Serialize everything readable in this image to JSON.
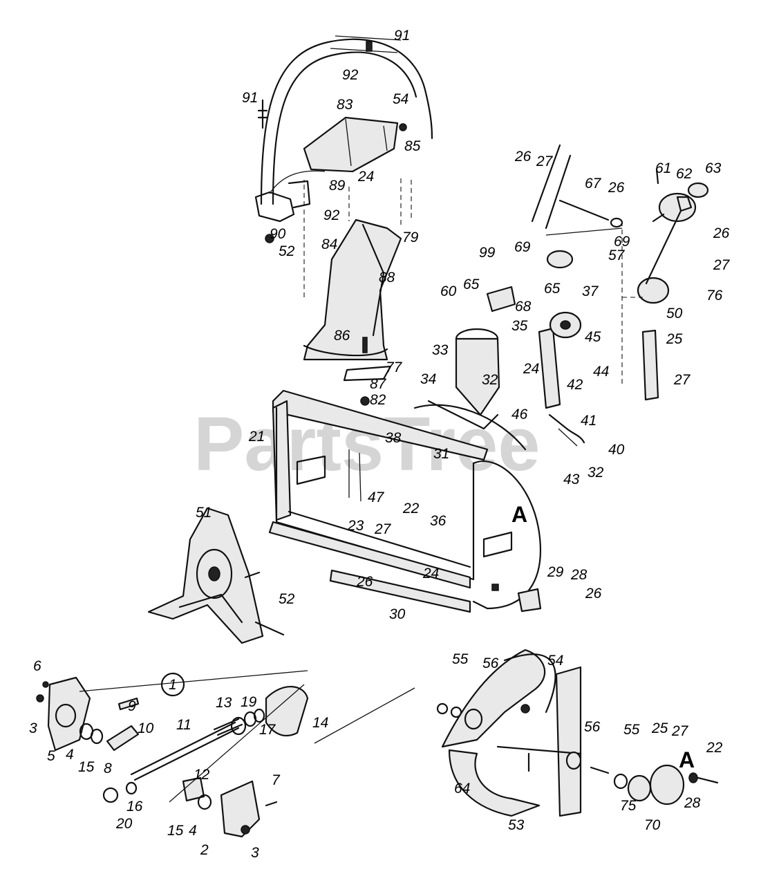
{
  "watermark": "PartsTree",
  "callouts": [
    "91",
    "92",
    "91",
    "83",
    "54",
    "85",
    "24",
    "89",
    "92",
    "90",
    "52",
    "84",
    "79",
    "88",
    "86",
    "77",
    "87",
    "82",
    "26",
    "27",
    "67",
    "26",
    "61",
    "62",
    "63",
    "69",
    "57",
    "26",
    "27",
    "76",
    "99",
    "69",
    "65",
    "60",
    "65",
    "68",
    "37",
    "35",
    "45",
    "50",
    "33",
    "34",
    "32",
    "24",
    "44",
    "42",
    "25",
    "27",
    "46",
    "41",
    "40",
    "32",
    "43",
    "21",
    "38",
    "31",
    "47",
    "22",
    "36",
    "23",
    "27",
    "26",
    "24",
    "29",
    "28",
    "26",
    "30",
    "51",
    "52",
    "6",
    "3",
    "5",
    "4",
    "15",
    "8",
    "9",
    "10",
    "11",
    "13",
    "19",
    "17",
    "14",
    "12",
    "15",
    "4",
    "16",
    "20",
    "7",
    "2",
    "3",
    "55",
    "56",
    "54",
    "56",
    "55",
    "25",
    "27",
    "22",
    "28",
    "64",
    "53",
    "75",
    "70"
  ],
  "view_marker": "1",
  "section_marker_right": "A",
  "section_marker_lower": "A"
}
